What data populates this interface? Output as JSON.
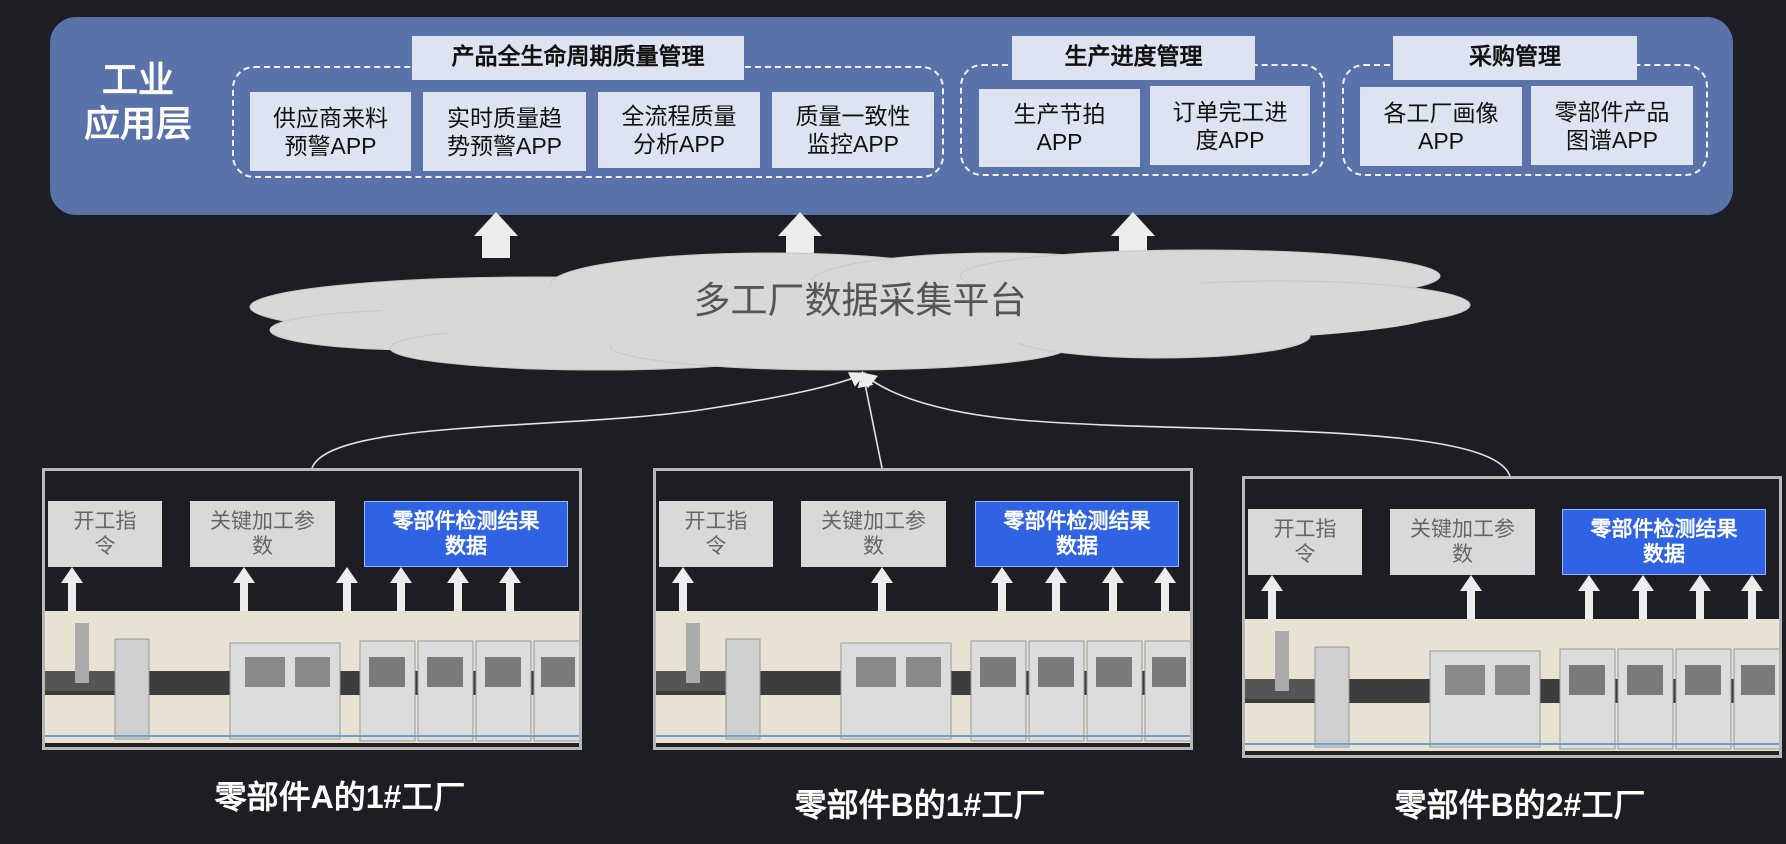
{
  "top_layer": {
    "title": "工业\n应用层",
    "groups": [
      {
        "title": "产品全生命周期质量管理",
        "apps": [
          "供应商来料\n预警APP",
          "实时质量趋\n势预警APP",
          "全流程质量\n分析APP",
          "质量一致性\n监控APP"
        ]
      },
      {
        "title": "生产进度管理",
        "apps": [
          "生产节拍\nAPP",
          "订单完工进\n度APP"
        ]
      },
      {
        "title": "采购管理",
        "apps": [
          "各工厂画像\nAPP",
          "零部件产品\n图谱APP"
        ]
      }
    ]
  },
  "platform": {
    "label": "多工厂数据采集平台"
  },
  "factories": [
    {
      "name": "零部件A的1#工厂",
      "boxes": [
        "开工指\n令",
        "关键加工参\n数",
        "零部件检测结果\n数据"
      ]
    },
    {
      "name": "零部件B的1#工厂",
      "boxes": [
        "开工指\n令",
        "关键加工参\n数",
        "零部件检测结果\n数据"
      ]
    },
    {
      "name": "零部件B的2#工厂",
      "boxes": [
        "开工指\n令",
        "关键加工参\n数",
        "零部件检测结果\n数据"
      ]
    }
  ],
  "colors": {
    "background": "#1d1e23",
    "top_layer": "#5a72aa",
    "app_box": "#dde3f1",
    "result_box": "#2f63e4",
    "cloud": "#d8d8d8"
  }
}
